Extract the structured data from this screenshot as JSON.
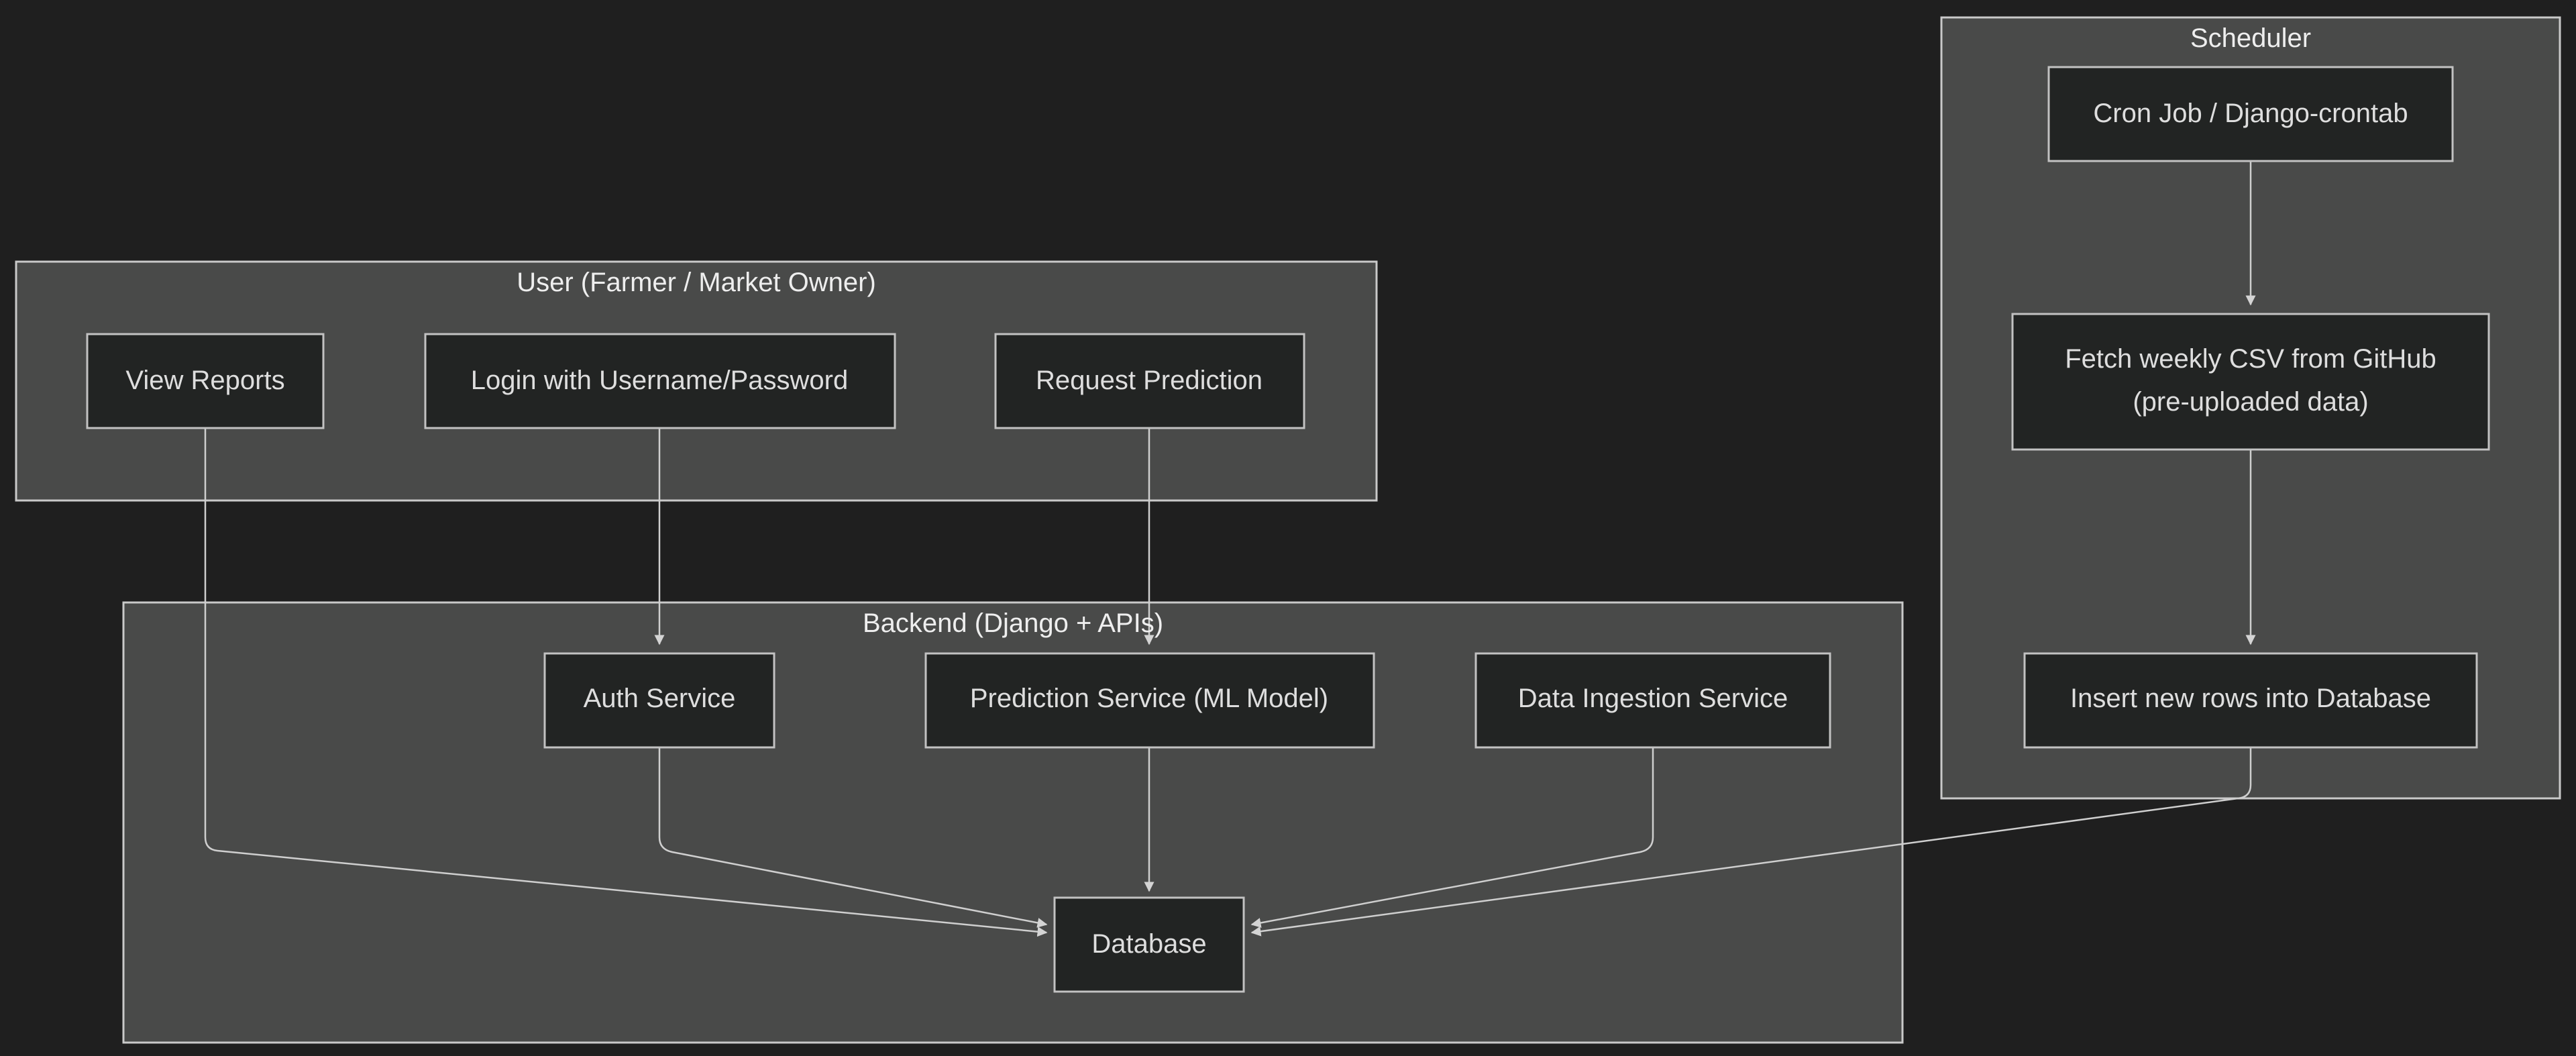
{
  "colors": {
    "background": "#1f1f1f",
    "cluster_fill": "#494a49",
    "node_fill": "#222423",
    "stroke": "#c9c9c9",
    "text": "#dedede"
  },
  "clusters": {
    "user": {
      "label": "User (Farmer / Market Owner)"
    },
    "backend": {
      "label": "Backend (Django + APIs)"
    },
    "scheduler": {
      "label": "Scheduler"
    }
  },
  "nodes": {
    "view_reports": {
      "label": "View Reports"
    },
    "login": {
      "label": "Login with Username/Password"
    },
    "request_prediction": {
      "label": "Request Prediction"
    },
    "auth_service": {
      "label": "Auth Service"
    },
    "prediction_service": {
      "label": "Prediction Service (ML Model)"
    },
    "data_ingestion": {
      "label": "Data Ingestion Service"
    },
    "database": {
      "label": "Database"
    },
    "cron_job": {
      "label": "Cron Job / Django-crontab"
    },
    "fetch_csv": {
      "label_line1": "Fetch weekly CSV from GitHub",
      "label_line2": "(pre-uploaded data)"
    },
    "insert_rows": {
      "label": "Insert new rows into Database"
    }
  },
  "edges": [
    {
      "from": "view_reports",
      "to": "database"
    },
    {
      "from": "login",
      "to": "auth_service"
    },
    {
      "from": "request_prediction",
      "to": "prediction_service"
    },
    {
      "from": "auth_service",
      "to": "database"
    },
    {
      "from": "prediction_service",
      "to": "database"
    },
    {
      "from": "data_ingestion",
      "to": "database"
    },
    {
      "from": "cron_job",
      "to": "fetch_csv"
    },
    {
      "from": "fetch_csv",
      "to": "insert_rows"
    },
    {
      "from": "insert_rows",
      "to": "database"
    }
  ]
}
